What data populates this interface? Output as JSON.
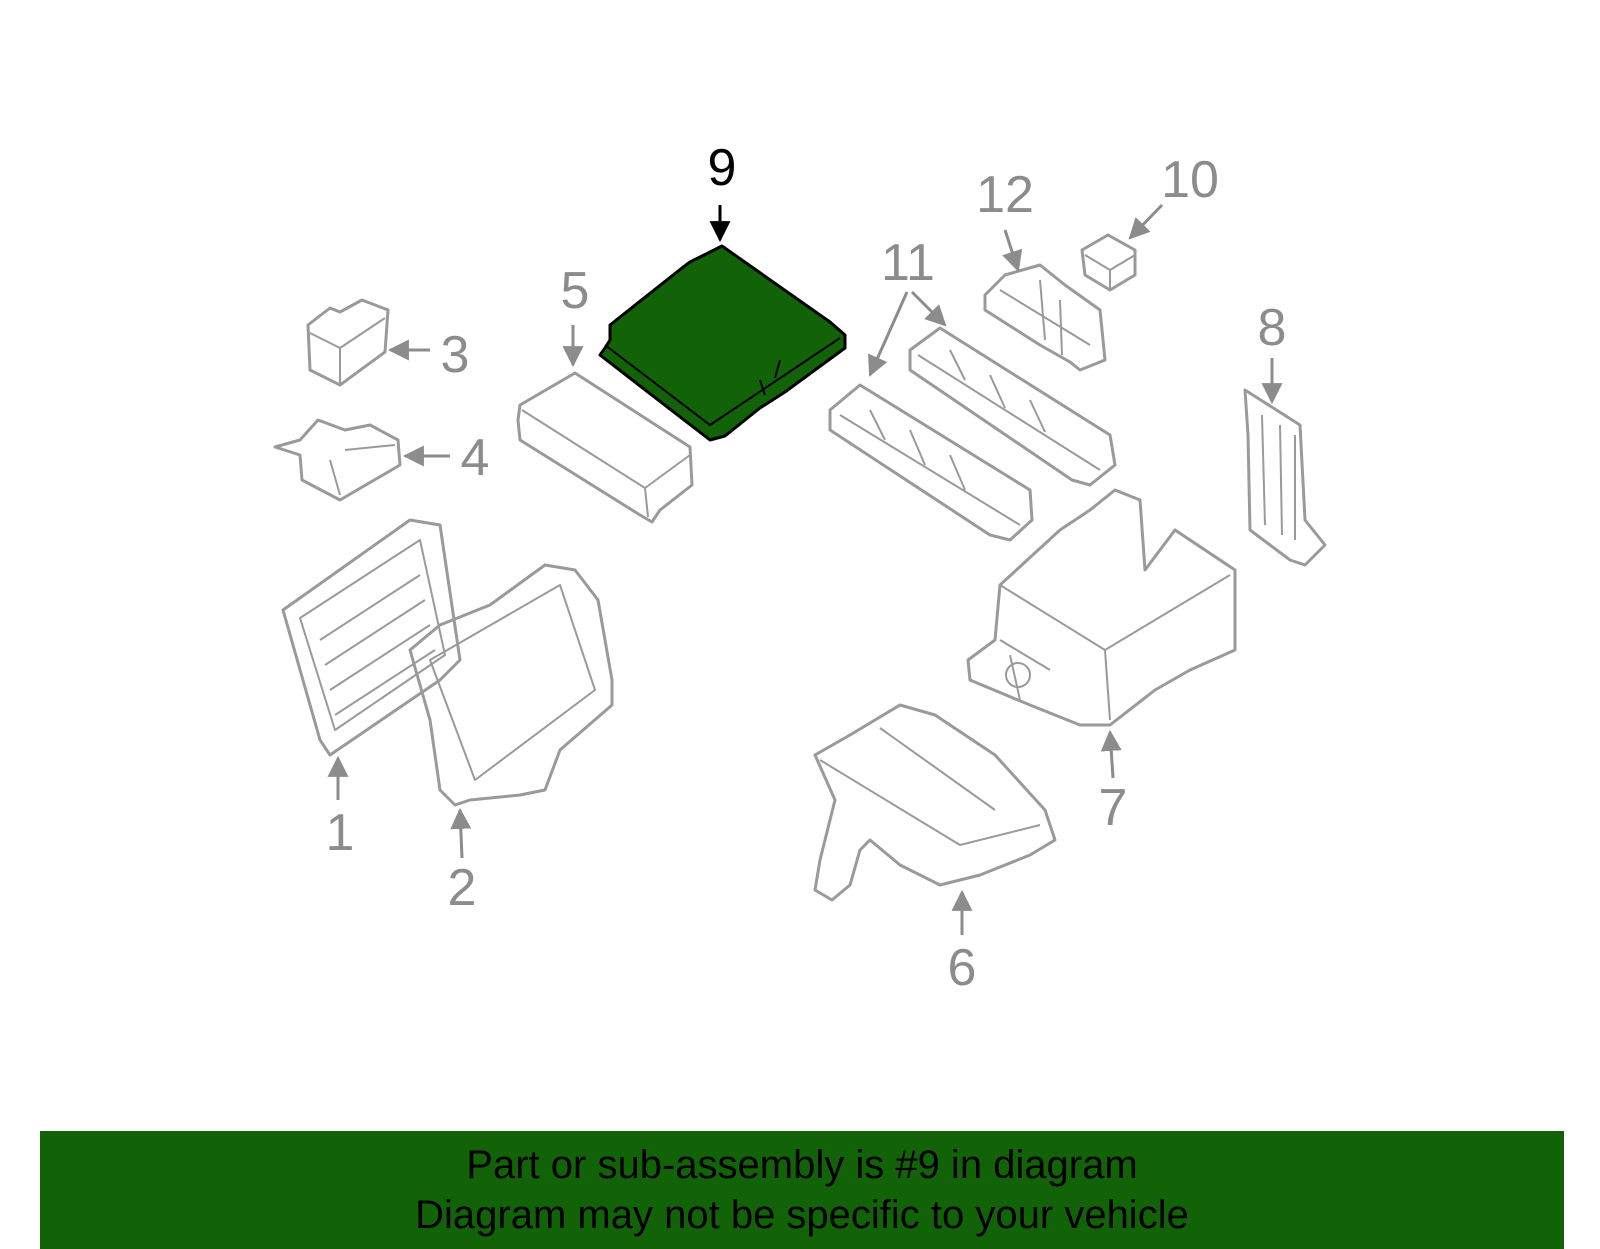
{
  "diagram": {
    "highlight_color": "#126208",
    "line_color": "#9a9a9a",
    "callouts": [
      {
        "id": "1",
        "label": "1"
      },
      {
        "id": "2",
        "label": "2"
      },
      {
        "id": "3",
        "label": "3"
      },
      {
        "id": "4",
        "label": "4"
      },
      {
        "id": "5",
        "label": "5"
      },
      {
        "id": "6",
        "label": "6"
      },
      {
        "id": "7",
        "label": "7"
      },
      {
        "id": "8",
        "label": "8"
      },
      {
        "id": "9",
        "label": "9"
      },
      {
        "id": "10",
        "label": "10"
      },
      {
        "id": "11",
        "label": "11"
      },
      {
        "id": "12",
        "label": "12"
      }
    ]
  },
  "footer": {
    "line1": "Part or sub-assembly is #9 in diagram",
    "line2": "Diagram may not be specific to your vehicle",
    "background": "#126208"
  }
}
